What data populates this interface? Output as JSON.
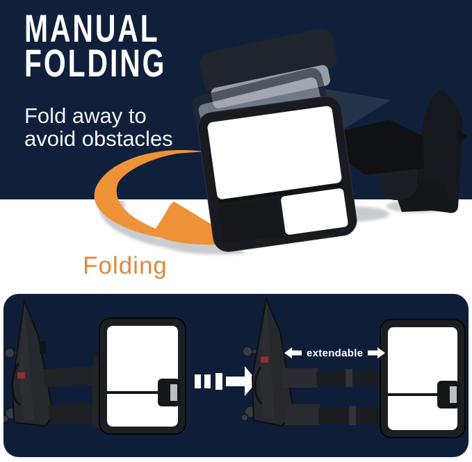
{
  "colors": {
    "navy": "#11203a",
    "panel_navy": "#0f1e38",
    "orange": "#ee9238",
    "caption_orange": "#e1873b",
    "shadow_gray": "#c9cbcf",
    "white": "#ffffff"
  },
  "hero": {
    "title_line1": "MANUAL",
    "title_line2": "FOLDING",
    "subtitle_line1": "Fold away to",
    "subtitle_line2": "avoid obstacles"
  },
  "caption": {
    "label": "Folding"
  },
  "bottom_panel": {
    "extendable_label": "extendable"
  },
  "icons": {
    "fold_arrow": "curved-fold-arrow-icon",
    "transition_arrow": "dashed-transition-arrow-icon",
    "extend_left": "extend-left-arrow-icon",
    "extend_right": "extend-right-arrow-icon"
  }
}
